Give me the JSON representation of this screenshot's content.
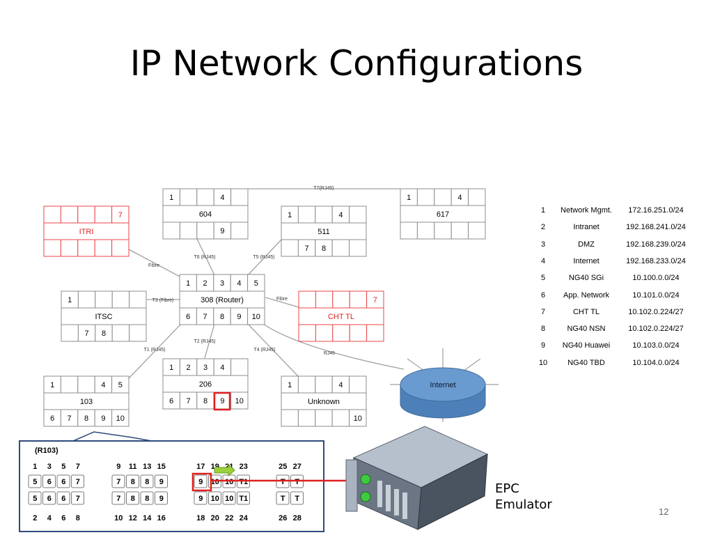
{
  "slide": {
    "title": "IP Network Configurations",
    "slide_number": "12",
    "epc_label_line1": "EPC",
    "epc_label_line2": "Emulator"
  },
  "colors": {
    "box_border": "#8c8c8c",
    "red_box": "#e8454a",
    "link_gray": "#a0a0a0",
    "internet_fill": "#5b8fc6",
    "highlight_red": "#e02020",
    "inset_border": "#2e4a7a"
  },
  "boxes": {
    "b604": {
      "name": "604",
      "top": [
        "1",
        "",
        "",
        "4",
        ""
      ],
      "bottom": [
        "",
        "",
        "",
        "9",
        ""
      ]
    },
    "b617": {
      "name": "617",
      "top": [
        "1",
        "",
        "",
        "4",
        ""
      ],
      "bottom": [
        "",
        "",
        "",
        "",
        ""
      ]
    },
    "b511": {
      "name": "511",
      "top": [
        "1",
        "",
        "",
        "4",
        ""
      ],
      "bottom": [
        "",
        "7",
        "8",
        "",
        ""
      ]
    },
    "itri": {
      "name": "ITRI",
      "top": [
        "",
        "",
        "",
        "",
        "7"
      ],
      "bottom": [
        "",
        "",
        "",
        "",
        ""
      ]
    },
    "router": {
      "name": "308 (Router)",
      "top": [
        "1",
        "2",
        "3",
        "4",
        "5"
      ],
      "bottom": [
        "6",
        "7",
        "8",
        "9",
        "10"
      ]
    },
    "itsc": {
      "name": "ITSC",
      "top": [
        "1",
        "",
        "",
        "",
        ""
      ],
      "bottom": [
        "",
        "7",
        "8",
        "",
        ""
      ]
    },
    "chttl": {
      "name": "CHT TL",
      "top": [
        "",
        "",
        "",
        "",
        "7"
      ],
      "bottom": [
        "",
        "",
        "",
        "",
        ""
      ]
    },
    "b206": {
      "name": "206",
      "top": [
        "1",
        "2",
        "3",
        "4",
        ""
      ],
      "bottom": [
        "6",
        "7",
        "8",
        "9",
        "10"
      ]
    },
    "b103": {
      "name": "103",
      "top": [
        "1",
        "",
        "",
        "4",
        "5"
      ],
      "bottom": [
        "6",
        "7",
        "8",
        "9",
        "10"
      ]
    },
    "unknown": {
      "name": "Unknown",
      "top": [
        "1",
        "",
        "",
        "4",
        ""
      ],
      "bottom": [
        "",
        "",
        "",
        "",
        "10"
      ]
    }
  },
  "links": {
    "t7": "T7(RJ45)",
    "t6": "T6 (RJ45)",
    "t5": "T5 (RJ45)",
    "fibre_itri": "Fibre",
    "t3": "T3 (Fibre)",
    "fibre_cht": "Fibre",
    "t2": "T2 (RJ45)",
    "t1": "T1 (RJ45)",
    "t4": "T4 (RJ45)",
    "rj45": "RJ45"
  },
  "internet_label": "Internet",
  "legend": [
    {
      "num": "1",
      "name": "Network Mgmt.",
      "net": "172.16.251.0/24"
    },
    {
      "num": "2",
      "name": "Intranet",
      "net": "192.168.241.0/24"
    },
    {
      "num": "3",
      "name": "DMZ",
      "net": "192.168.239.0/24"
    },
    {
      "num": "4",
      "name": "Internet",
      "net": "192.168.233.0/24"
    },
    {
      "num": "5",
      "name": "NG40 SGi",
      "net": "10.100.0.0/24"
    },
    {
      "num": "6",
      "name": "App. Network",
      "net": "10.101.0.0/24"
    },
    {
      "num": "7",
      "name": "CHT TL",
      "net": "10.102.0.224/27"
    },
    {
      "num": "8",
      "name": "NG40 NSN",
      "net": "10.102.0.224/27"
    },
    {
      "num": "9",
      "name": "NG40 Huawei",
      "net": "10.103.0.0/24"
    },
    {
      "num": "10",
      "name": "NG40 TBD",
      "net": "10.104.0.0/24"
    }
  ],
  "inset": {
    "label": "(R103)",
    "g1": {
      "top": [
        "1",
        "3",
        "5",
        "7"
      ],
      "r1": [
        "5",
        "6",
        "6",
        "7"
      ],
      "r2": [
        "5",
        "6",
        "6",
        "7"
      ],
      "bottom": [
        "2",
        "4",
        "6",
        "8"
      ]
    },
    "g2": {
      "top": [
        "9",
        "11",
        "13",
        "15"
      ],
      "r1": [
        "7",
        "8",
        "8",
        "9"
      ],
      "r2": [
        "7",
        "8",
        "8",
        "9"
      ],
      "bottom": [
        "10",
        "12",
        "14",
        "16"
      ]
    },
    "g3": {
      "top": [
        "17",
        "19",
        "21",
        "23"
      ],
      "r1": [
        "9",
        "10",
        "10",
        "T1"
      ],
      "r2": [
        "9",
        "10",
        "10",
        "T1"
      ],
      "bottom": [
        "18",
        "20",
        "22",
        "24"
      ]
    },
    "g4": {
      "top": [
        "25",
        "27"
      ],
      "r1": [
        "T",
        "T"
      ],
      "r2": [
        "T",
        "T"
      ],
      "bottom": [
        "26",
        "28"
      ]
    }
  }
}
